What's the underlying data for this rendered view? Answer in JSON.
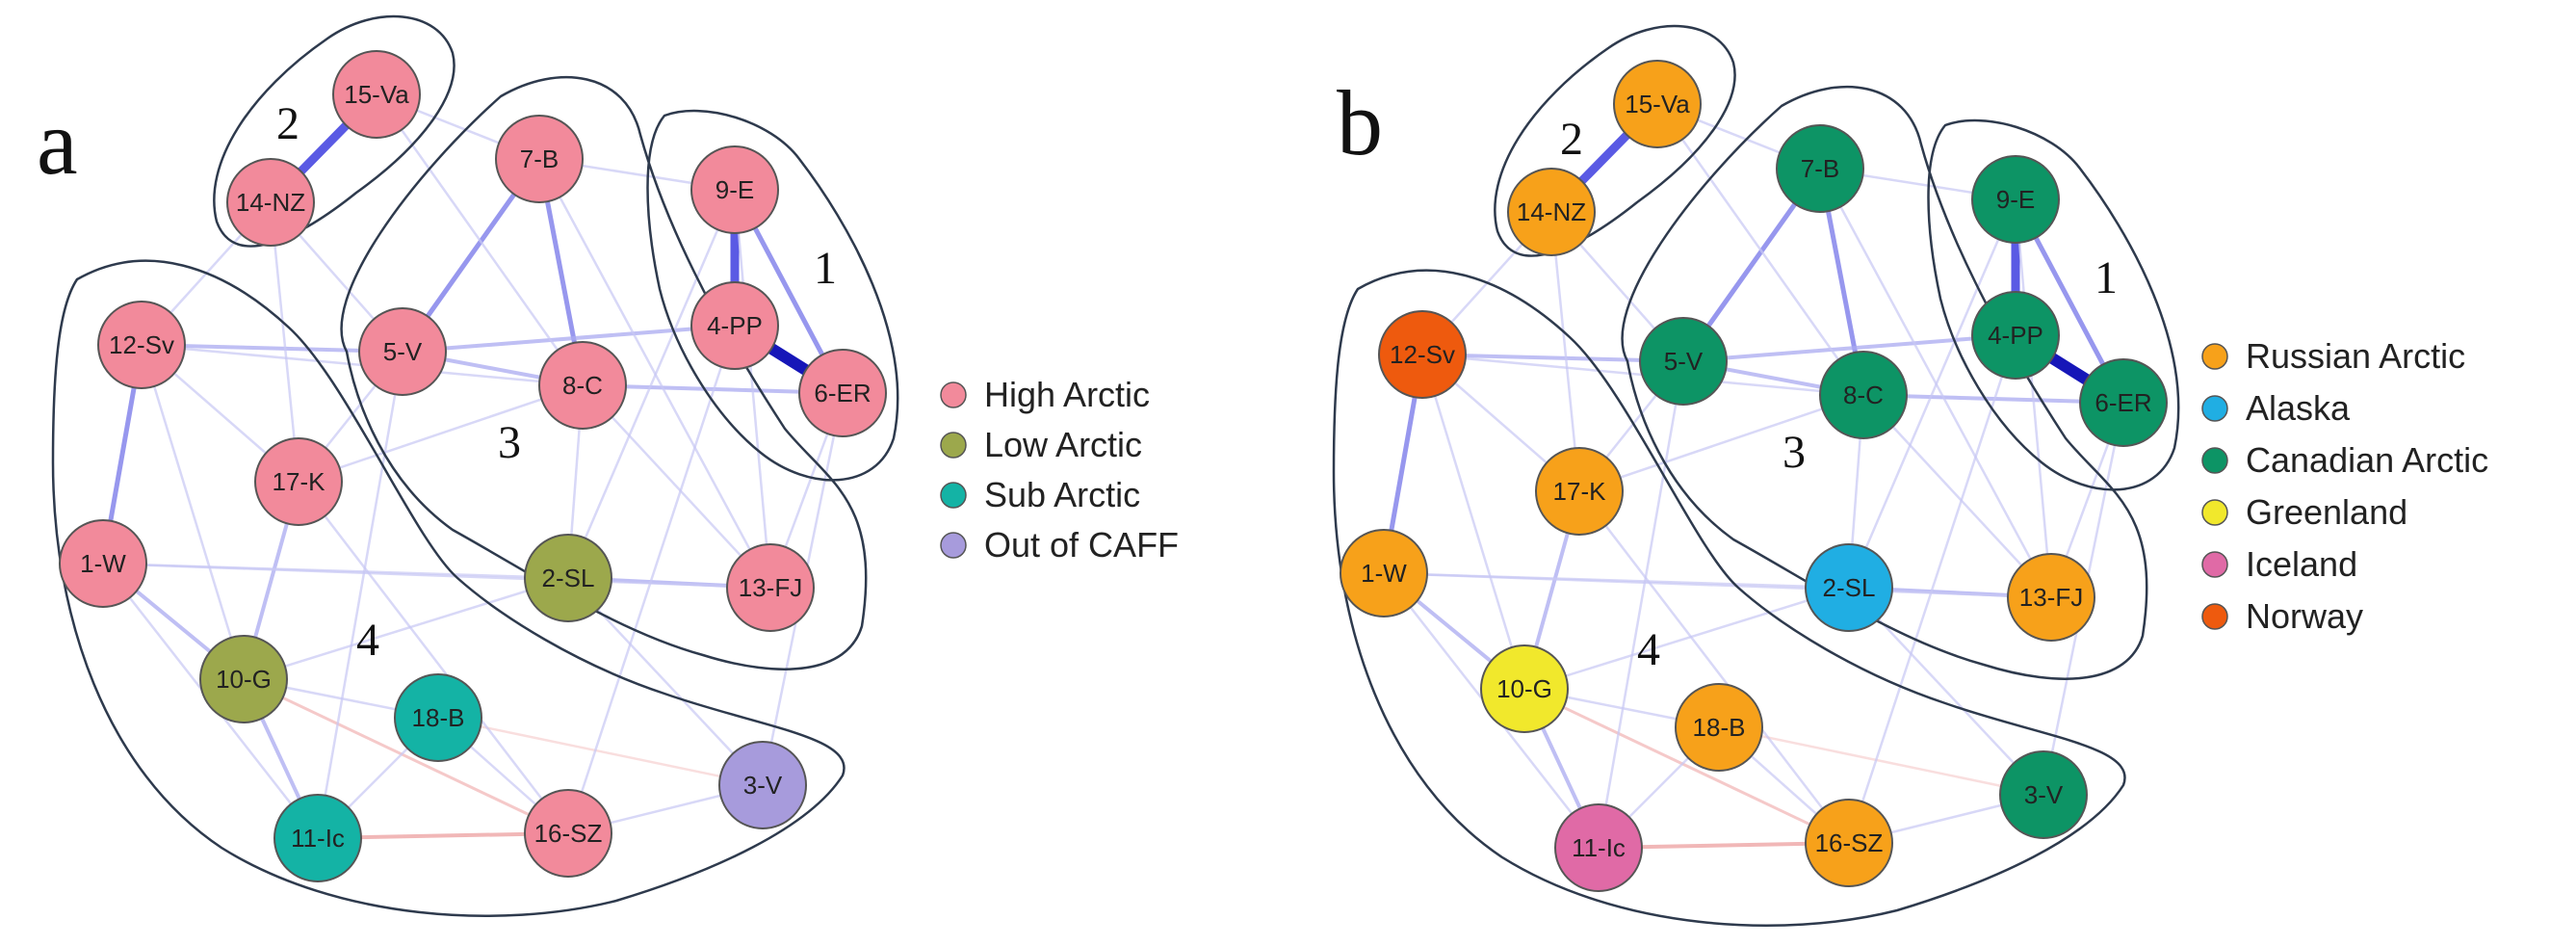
{
  "panels": [
    {
      "letter": "a",
      "groups": [
        "1",
        "2",
        "3",
        "4"
      ],
      "legend": [
        {
          "label": "High Arctic",
          "color": "#f28a9b"
        },
        {
          "label": "Low Arctic",
          "color": "#9ca84c"
        },
        {
          "label": "Sub Arctic",
          "color": "#14b3a5"
        },
        {
          "label": "Out of CAFF",
          "color": "#a79bdc"
        }
      ],
      "nodes": [
        {
          "id": "15-Va",
          "color": "#f28a9b"
        },
        {
          "id": "14-NZ",
          "color": "#f28a9b"
        },
        {
          "id": "7-B",
          "color": "#f28a9b"
        },
        {
          "id": "9-E",
          "color": "#f28a9b"
        },
        {
          "id": "4-PP",
          "color": "#f28a9b"
        },
        {
          "id": "6-ER",
          "color": "#f28a9b"
        },
        {
          "id": "5-V",
          "color": "#f28a9b"
        },
        {
          "id": "8-C",
          "color": "#f28a9b"
        },
        {
          "id": "12-Sv",
          "color": "#f28a9b"
        },
        {
          "id": "17-K",
          "color": "#f28a9b"
        },
        {
          "id": "1-W",
          "color": "#f28a9b"
        },
        {
          "id": "2-SL",
          "color": "#9ca84c"
        },
        {
          "id": "13-FJ",
          "color": "#f28a9b"
        },
        {
          "id": "10-G",
          "color": "#9ca84c"
        },
        {
          "id": "18-B",
          "color": "#14b3a5"
        },
        {
          "id": "3-V",
          "color": "#a79bdc"
        },
        {
          "id": "11-Ic",
          "color": "#14b3a5"
        },
        {
          "id": "16-SZ",
          "color": "#f28a9b"
        }
      ]
    },
    {
      "letter": "b",
      "groups": [
        "1",
        "2",
        "3",
        "4"
      ],
      "legend": [
        {
          "label": "Russian Arctic",
          "color": "#f7a11a"
        },
        {
          "label": "Alaska",
          "color": "#20aee3"
        },
        {
          "label": "Canadian Arctic",
          "color": "#0d9465"
        },
        {
          "label": "Greenland",
          "color": "#f1e82c"
        },
        {
          "label": "Iceland",
          "color": "#e06aa6"
        },
        {
          "label": "Norway",
          "color": "#ee5a0e"
        }
      ],
      "nodes": [
        {
          "id": "15-Va",
          "color": "#f7a11a"
        },
        {
          "id": "14-NZ",
          "color": "#f7a11a"
        },
        {
          "id": "7-B",
          "color": "#0d9465"
        },
        {
          "id": "9-E",
          "color": "#0d9465"
        },
        {
          "id": "4-PP",
          "color": "#0d9465"
        },
        {
          "id": "6-ER",
          "color": "#0d9465"
        },
        {
          "id": "5-V",
          "color": "#0d9465"
        },
        {
          "id": "8-C",
          "color": "#0d9465"
        },
        {
          "id": "12-Sv",
          "color": "#ee5a0e"
        },
        {
          "id": "17-K",
          "color": "#f7a11a"
        },
        {
          "id": "1-W",
          "color": "#f7a11a"
        },
        {
          "id": "2-SL",
          "color": "#20aee3"
        },
        {
          "id": "13-FJ",
          "color": "#f7a11a"
        },
        {
          "id": "10-G",
          "color": "#f1e82c"
        },
        {
          "id": "18-B",
          "color": "#f7a11a"
        },
        {
          "id": "3-V",
          "color": "#0d9465"
        },
        {
          "id": "11-Ic",
          "color": "#e06aa6"
        },
        {
          "id": "16-SZ",
          "color": "#f7a11a"
        }
      ]
    }
  ],
  "edges": [
    {
      "from": "15-Va",
      "to": "14-NZ",
      "strength": "strong",
      "sign": "positive"
    },
    {
      "from": "9-E",
      "to": "4-PP",
      "strength": "strong",
      "sign": "positive"
    },
    {
      "from": "4-PP",
      "to": "6-ER",
      "strength": "strongest",
      "sign": "positive"
    },
    {
      "from": "9-E",
      "to": "6-ER",
      "strength": "medium",
      "sign": "positive"
    },
    {
      "from": "7-B",
      "to": "5-V",
      "strength": "medium",
      "sign": "positive"
    },
    {
      "from": "7-B",
      "to": "8-C",
      "strength": "medium",
      "sign": "positive"
    },
    {
      "from": "12-Sv",
      "to": "1-W",
      "strength": "medium",
      "sign": "positive"
    },
    {
      "from": "1-W",
      "to": "10-G",
      "strength": "weak",
      "sign": "positive"
    },
    {
      "from": "10-G",
      "to": "11-Ic",
      "strength": "weak",
      "sign": "positive"
    },
    {
      "from": "11-Ic",
      "to": "16-SZ",
      "strength": "medium",
      "sign": "negative"
    },
    {
      "from": "10-G",
      "to": "16-SZ",
      "strength": "weak",
      "sign": "negative"
    },
    {
      "from": "18-B",
      "to": "3-V",
      "strength": "faint",
      "sign": "negative"
    },
    {
      "from": "5-V",
      "to": "8-C",
      "strength": "weak",
      "sign": "positive"
    },
    {
      "from": "8-C",
      "to": "6-ER",
      "strength": "weak",
      "sign": "positive"
    },
    {
      "from": "12-Sv",
      "to": "5-V",
      "strength": "weak",
      "sign": "positive"
    },
    {
      "from": "5-V",
      "to": "4-PP",
      "strength": "weak",
      "sign": "positive"
    },
    {
      "from": "2-SL",
      "to": "13-FJ",
      "strength": "weak",
      "sign": "positive"
    },
    {
      "from": "17-K",
      "to": "10-G",
      "strength": "weak",
      "sign": "positive"
    },
    {
      "from": "7-B",
      "to": "9-E",
      "strength": "faint",
      "sign": "positive"
    },
    {
      "from": "15-Va",
      "to": "7-B",
      "strength": "faint",
      "sign": "positive"
    },
    {
      "from": "14-NZ",
      "to": "17-K",
      "strength": "faint",
      "sign": "positive"
    },
    {
      "from": "14-NZ",
      "to": "12-Sv",
      "strength": "faint",
      "sign": "positive"
    },
    {
      "from": "1-W",
      "to": "11-Ic",
      "strength": "faint",
      "sign": "positive"
    },
    {
      "from": "10-G",
      "to": "18-B",
      "strength": "faint",
      "sign": "positive"
    },
    {
      "from": "18-B",
      "to": "16-SZ",
      "strength": "faint",
      "sign": "positive"
    },
    {
      "from": "16-SZ",
      "to": "3-V",
      "strength": "faint",
      "sign": "positive"
    },
    {
      "from": "13-FJ",
      "to": "6-ER",
      "strength": "faint",
      "sign": "positive"
    },
    {
      "from": "8-C",
      "to": "13-FJ",
      "strength": "faint",
      "sign": "positive"
    },
    {
      "from": "8-C",
      "to": "2-SL",
      "strength": "faint",
      "sign": "positive"
    },
    {
      "from": "17-K",
      "to": "8-C",
      "strength": "faint",
      "sign": "positive"
    },
    {
      "from": "1-W",
      "to": "2-SL",
      "strength": "faint",
      "sign": "positive"
    },
    {
      "from": "12-Sv",
      "to": "17-K",
      "strength": "faint",
      "sign": "positive"
    },
    {
      "from": "5-V",
      "to": "17-K",
      "strength": "faint",
      "sign": "positive"
    },
    {
      "from": "7-B",
      "to": "13-FJ",
      "strength": "faint",
      "sign": "positive"
    },
    {
      "from": "9-E",
      "to": "2-SL",
      "strength": "faint",
      "sign": "positive"
    },
    {
      "from": "4-PP",
      "to": "16-SZ",
      "strength": "faint",
      "sign": "positive"
    },
    {
      "from": "6-ER",
      "to": "3-V",
      "strength": "faint",
      "sign": "positive"
    },
    {
      "from": "12-Sv",
      "to": "8-C",
      "strength": "faint",
      "sign": "positive"
    },
    {
      "from": "1-W",
      "to": "13-FJ",
      "strength": "faint",
      "sign": "positive"
    },
    {
      "from": "17-K",
      "to": "16-SZ",
      "strength": "faint",
      "sign": "positive"
    },
    {
      "from": "10-G",
      "to": "2-SL",
      "strength": "faint",
      "sign": "positive"
    },
    {
      "from": "11-Ic",
      "to": "18-B",
      "strength": "faint",
      "sign": "positive"
    },
    {
      "from": "14-NZ",
      "to": "5-V",
      "strength": "faint",
      "sign": "positive"
    },
    {
      "from": "15-Va",
      "to": "8-C",
      "strength": "faint",
      "sign": "positive"
    },
    {
      "from": "5-V",
      "to": "11-Ic",
      "strength": "faint",
      "sign": "positive"
    },
    {
      "from": "2-SL",
      "to": "3-V",
      "strength": "faint",
      "sign": "positive"
    },
    {
      "from": "9-E",
      "to": "13-FJ",
      "strength": "faint",
      "sign": "positive"
    },
    {
      "from": "12-Sv",
      "to": "10-G",
      "strength": "faint",
      "sign": "positive"
    }
  ]
}
